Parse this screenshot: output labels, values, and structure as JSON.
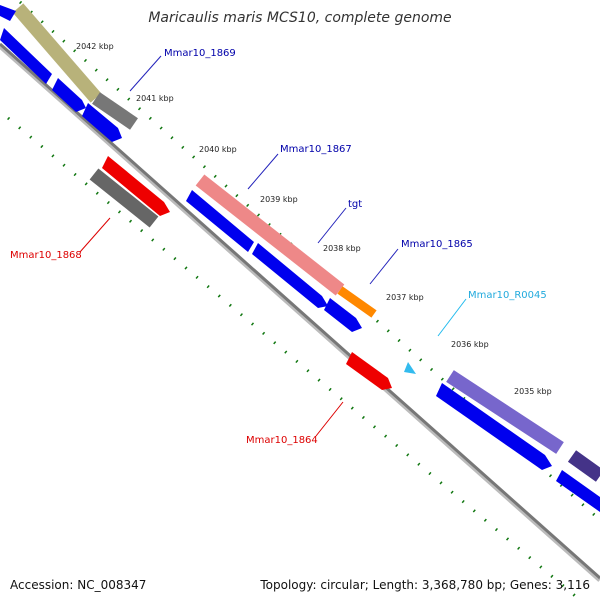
{
  "title": "Maricaulis maris MCS10, complete genome",
  "footer": {
    "accession": "Accession: NC_008347",
    "summary": "Topology: circular; Length: 3,368,780 bp; Genes: 3,116"
  },
  "ticks": [
    "2042 kbp",
    "2041 kbp",
    "2040 kbp",
    "2039 kbp",
    "2038 kbp",
    "2037 kbp",
    "2036 kbp",
    "2035 kbp"
  ],
  "genes": {
    "mmar10_1869": {
      "label": "Mmar10_1869",
      "color": "#0000aa"
    },
    "mmar10_1868": {
      "label": "Mmar10_1868",
      "color": "#dd0000"
    },
    "mmar10_1867": {
      "label": "Mmar10_1867",
      "color": "#0000aa"
    },
    "tgt": {
      "label": "tgt",
      "color": "#0000aa"
    },
    "mmar10_1865": {
      "label": "Mmar10_1865",
      "color": "#0000aa"
    },
    "mmar10_r0045": {
      "label": "Mmar10_R0045",
      "color": "#22aadd"
    },
    "mmar10_1864": {
      "label": "Mmar10_1864",
      "color": "#dd0000"
    }
  }
}
